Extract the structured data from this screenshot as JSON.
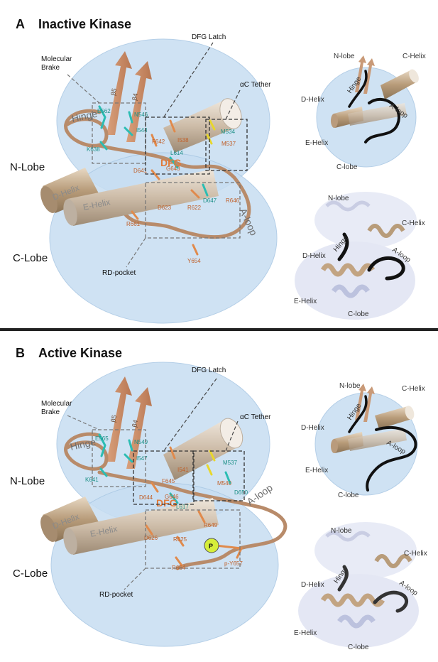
{
  "colors": {
    "lobe_fill": "#c7def2",
    "backbone": "#b88b6a",
    "helix": "#cfc2b2",
    "orange_residue": "#e08a4c",
    "teal_residue": "#2bbdb3",
    "divider": "#222222",
    "black_loop": "#111111",
    "phospho": "#d6ee3a"
  },
  "panel_a": {
    "letter": "A",
    "title": "Inactive Kinase",
    "labels": {
      "n_lobe": "N-Lobe",
      "c_lobe": "C-Lobe",
      "hinge": "Hinge",
      "d_helix": "D-Helix",
      "e_helix": "E-Helix",
      "a_loop": "A-loop",
      "dfg": "DFG",
      "beta5": "β5",
      "beta4": "β4"
    },
    "callouts": {
      "molecular_brake": "Molecular\nBrake",
      "dfg_latch": "DFG Latch",
      "ac_tether": "αC Tether",
      "rd_pocket": "RD-pocket"
    },
    "residues": [
      "E562",
      "N546",
      "I544",
      "K638",
      "F642",
      "I538",
      "M534",
      "M537",
      "L614",
      "D641",
      "G643",
      "D647",
      "R646",
      "D623",
      "R622",
      "R661",
      "Y654"
    ],
    "cartoon_labels": {
      "n_lobe": "N-lobe",
      "c_lobe": "C-lobe",
      "c_helix": "C-Helix",
      "d_helix": "D-Helix",
      "e_helix": "E-Helix",
      "hinge": "Hinge",
      "a_loop": "A-loop"
    }
  },
  "panel_b": {
    "letter": "B",
    "title": "Active Kinase",
    "labels": {
      "n_lobe": "N-Lobe",
      "c_lobe": "C-Lobe",
      "hinge": "Hinge",
      "d_helix": "D-Helix",
      "e_helix": "E-Helix",
      "a_loop": "A-loop",
      "dfg": "DFG",
      "beta5": "β5",
      "beta4": "β4",
      "phospho": "P"
    },
    "callouts": {
      "molecular_brake": "Molecular\nBrake",
      "dfg_latch": "DFG Latch",
      "ac_tether": "αC Tether",
      "rd_pocket": "RD-pocket"
    },
    "residues": [
      "E565",
      "N549",
      "I547",
      "K641",
      "I541",
      "M537",
      "M540",
      "F645",
      "D650",
      "D644",
      "G646",
      "L617",
      "R649",
      "D626",
      "R625",
      "R664",
      "p-Y657"
    ],
    "cartoon_labels": {
      "n_lobe": "N-lobe",
      "c_lobe": "C-lobe",
      "c_helix": "C-Helix",
      "d_helix": "D-Helix",
      "e_helix": "E-Helix",
      "hinge": "Hinge",
      "a_loop": "A-loop"
    }
  }
}
